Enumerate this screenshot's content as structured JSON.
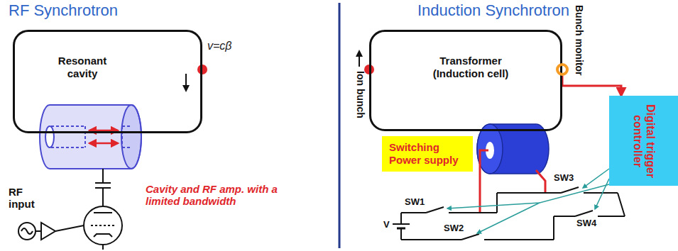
{
  "diagram": {
    "nodes": [
      {
        "text": [
          "Resonant cavity"
        ]
      },
      {
        "text": [
          "Transformer (Induction cell)"
        ]
      },
      {
        "text": [
          "Bunch monitor"
        ]
      },
      {
        "text": [
          "Digital trigger controller"
        ]
      },
      {
        "text": [
          "Switching Power supply"
        ]
      }
    ],
    "edges": [
      {
        "from": 2,
        "to": 3,
        "arrow": "to"
      }
    ],
    "labels": [
      "RF Synchrotron",
      "v=cβ",
      "RF input",
      "Cavity and RF amp. with a limited bandwidth",
      "Induction Synchrotron",
      "Ion bunch",
      "SW1",
      "SW2",
      "SW3",
      "SW4",
      "V"
    ]
  }
}
